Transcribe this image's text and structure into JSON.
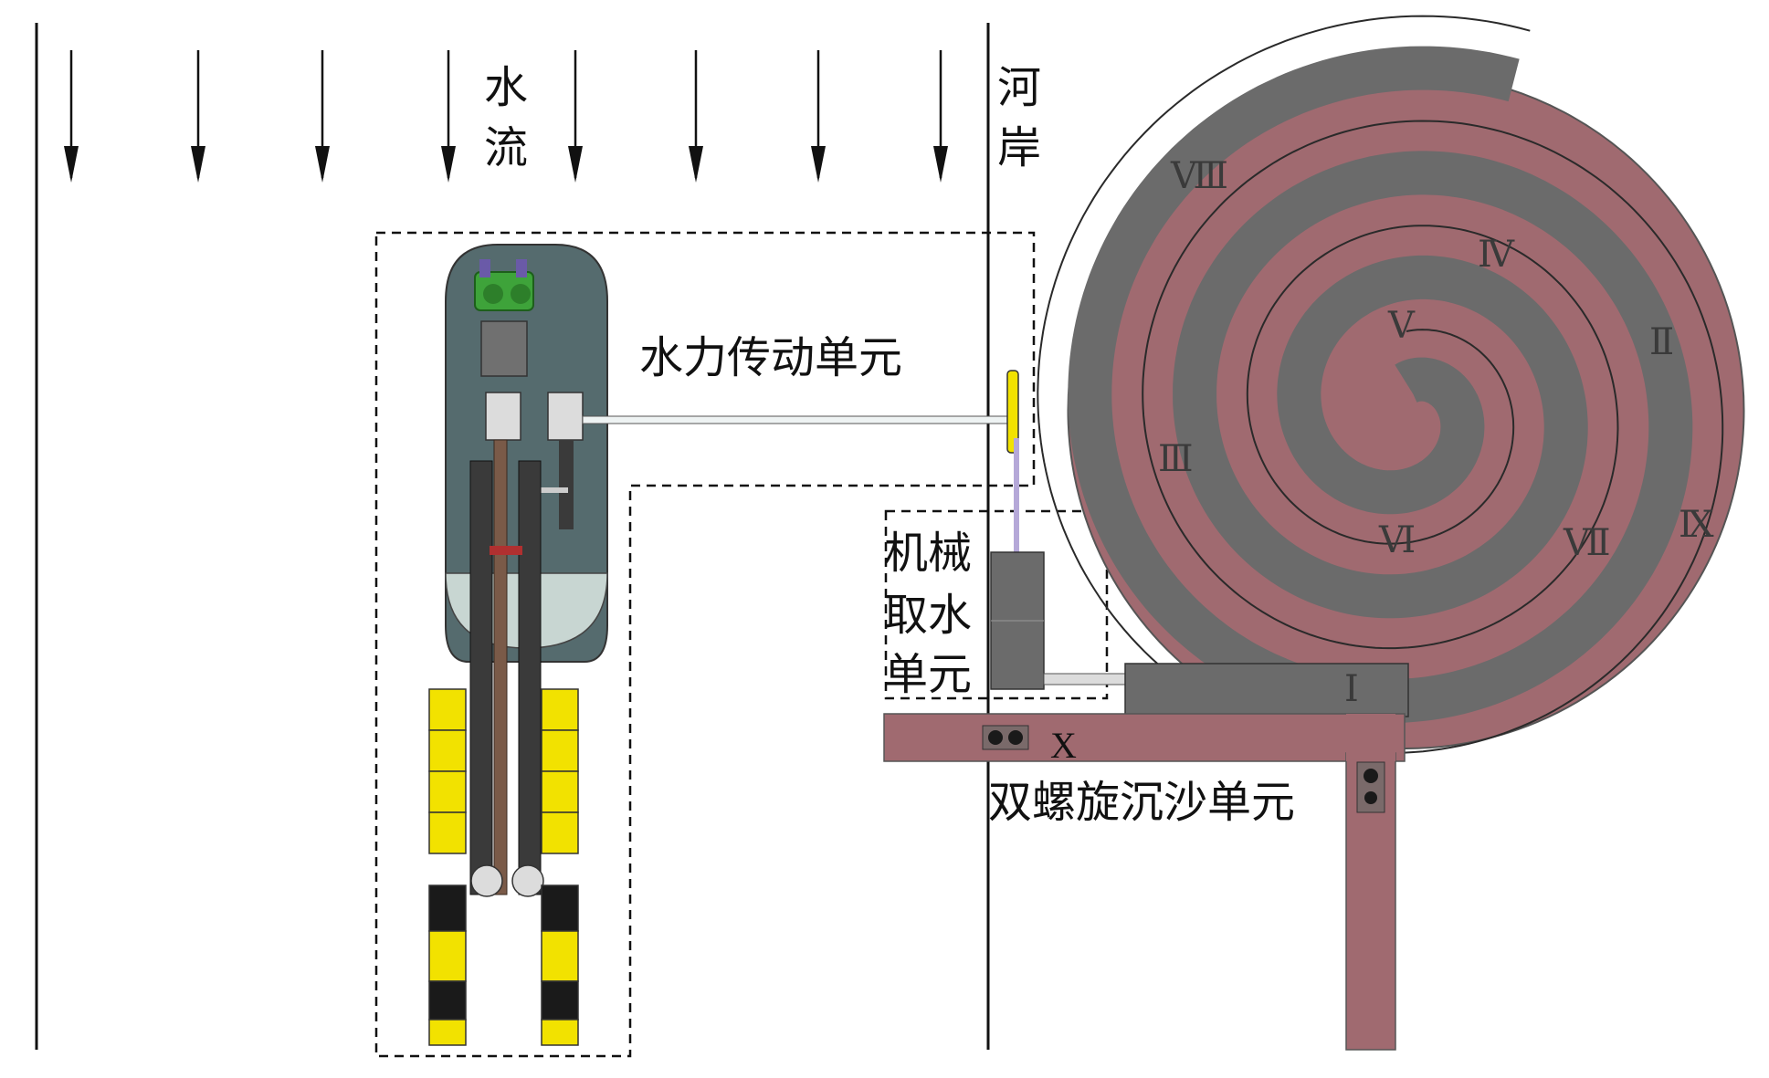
{
  "labels": {
    "water_flow": [
      "水",
      "流"
    ],
    "river_bank": [
      "河",
      "岸"
    ],
    "hydraulic_unit": "水力传动单元",
    "intake_unit": [
      "机械",
      "取水",
      "单元"
    ],
    "settling_unit": "双螺旋沉沙单元"
  },
  "channel_numerals": [
    "Ⅰ",
    "Ⅱ",
    "Ⅲ",
    "Ⅳ",
    "Ⅴ",
    "Ⅵ",
    "Ⅶ",
    "Ⅷ",
    "Ⅸ",
    "X"
  ],
  "colors": {
    "spiral_brown": "#a06a70",
    "spiral_dark": "#6b6b6b",
    "housing": "#556b6e",
    "belt": "#7a5a48",
    "yellow_block": "#f2e200",
    "black_block": "#1a1a1a",
    "gear_green": "#3ea33a"
  }
}
